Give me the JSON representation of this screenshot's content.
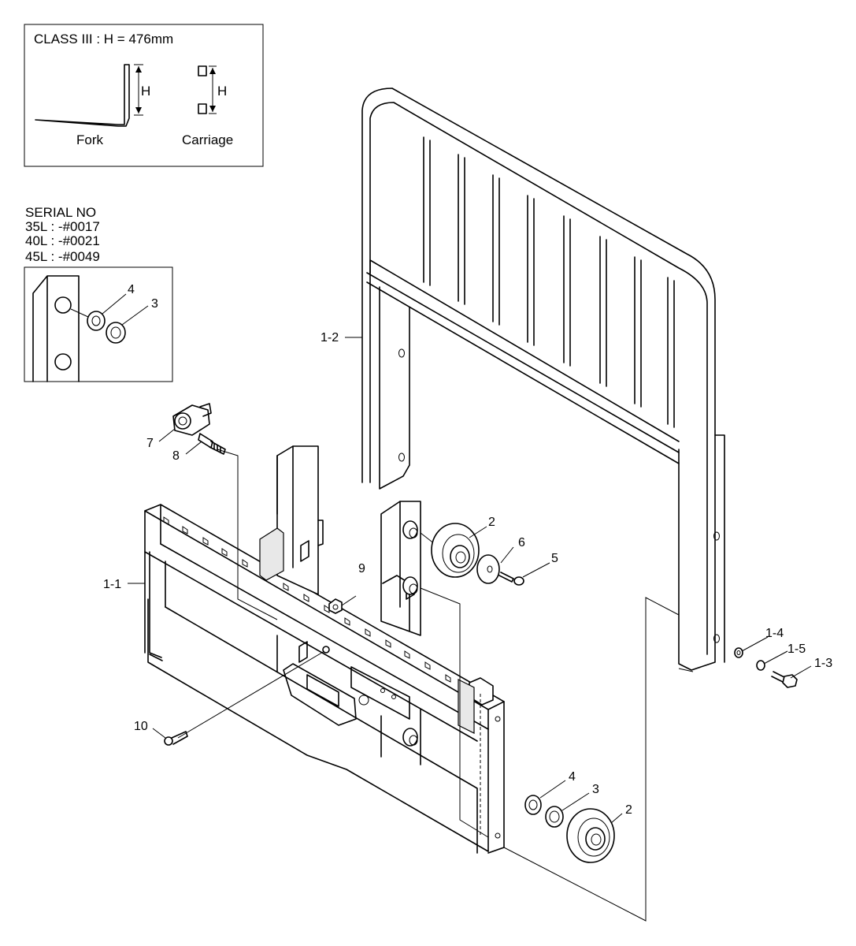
{
  "inset_class": {
    "title": "CLASS III : H = 476mm",
    "fork_label": "Fork",
    "carriage_label": "Carriage",
    "dimension_label": "H"
  },
  "serial": {
    "heading": "SERIAL NO",
    "lines": [
      "35L : -#0017",
      "40L : -#0021",
      "45L : -#0049"
    ],
    "callouts": [
      "4",
      "3"
    ]
  },
  "callouts": {
    "c1_1": "1-1",
    "c1_2": "1-2",
    "c1_3": "1-3",
    "c1_4": "1-4",
    "c1_5": "1-5",
    "c2_top": "2",
    "c2_bottom": "2",
    "c3": "3",
    "c4": "4",
    "c5": "5",
    "c6": "6",
    "c7": "7",
    "c8": "8",
    "c9": "9",
    "c10": "10"
  }
}
